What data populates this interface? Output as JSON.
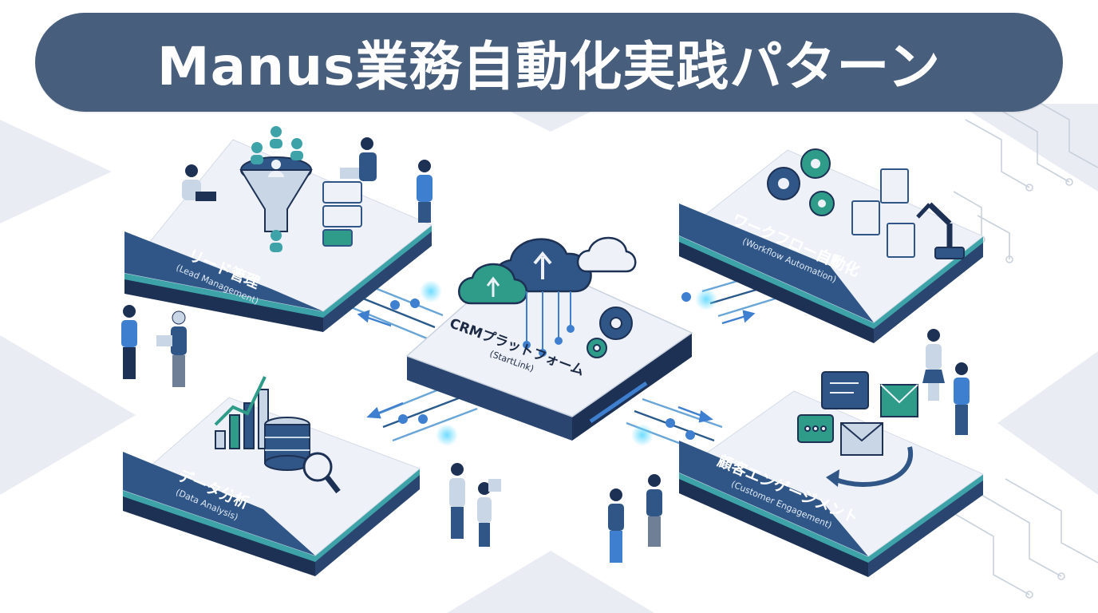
{
  "title": "Manus業務自動化実践パターン",
  "hub": {
    "label": "CRMプラットフォーム",
    "sublabel": "(StartLink)"
  },
  "modules": {
    "lead": {
      "label": "リード管理",
      "sublabel": "(Lead Management)"
    },
    "workflow": {
      "label": "ワークフロー自動化",
      "sublabel": "(Workflow Automation)"
    },
    "data": {
      "label": "データ分析",
      "sublabel": "(Data Analysis)"
    },
    "customer": {
      "label": "顧客エンゲージメント",
      "sublabel": "(Customer Engagement)"
    }
  },
  "colors": {
    "navy": "#485e7d",
    "platform_blue": "#2f5687",
    "platform_dark": "#1d3155",
    "teal": "#3da3a9",
    "accent_cyan": "#34c6ea",
    "surface": "#eef2f8"
  },
  "icons": [
    "funnel-icon",
    "cloud-upload-icon",
    "gear-icon",
    "document-icon",
    "robot-arm-icon",
    "bar-chart-icon",
    "database-icon",
    "magnifier-icon",
    "chat-icon",
    "envelope-icon",
    "person-icon"
  ]
}
